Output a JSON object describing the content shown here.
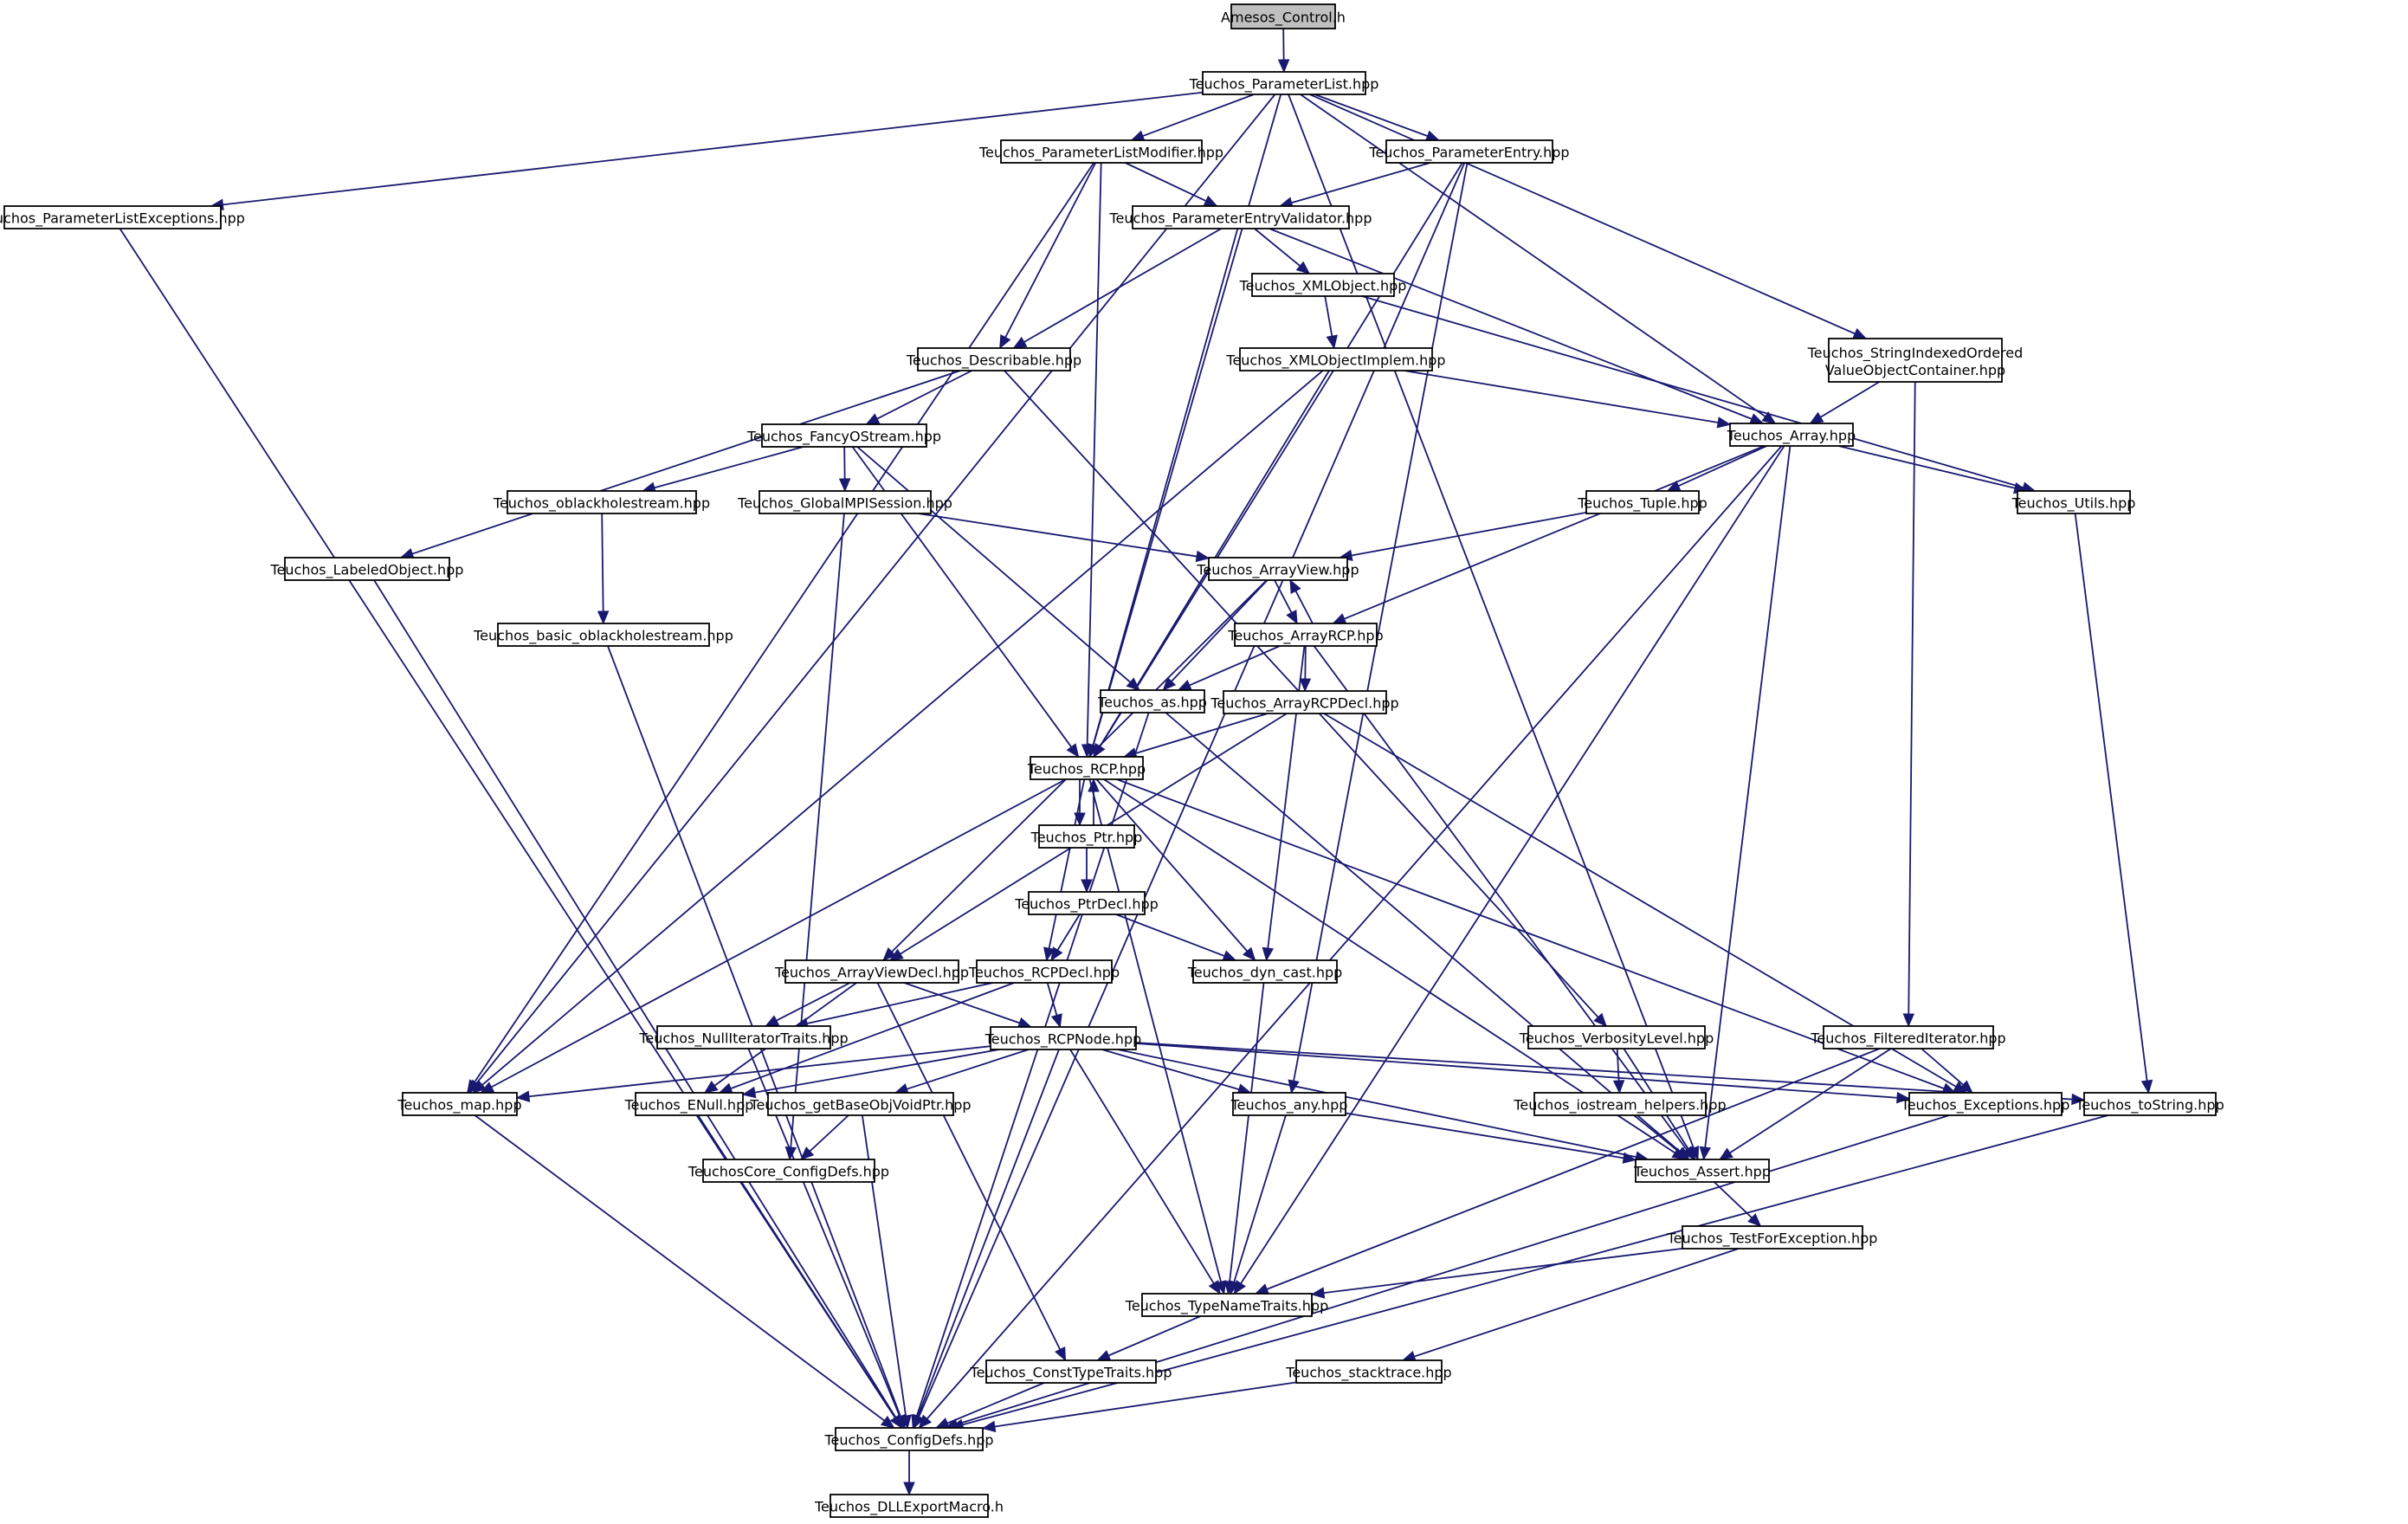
{
  "diagram": {
    "nodes": [
      {
        "id": "amesos_control",
        "label": "Amesos_Control.h",
        "root": true
      },
      {
        "id": "parameterlist",
        "label": "Teuchos_ParameterList.hpp"
      },
      {
        "id": "parameterlistexceptions",
        "label": "Teuchos_ParameterListExceptions.hpp"
      },
      {
        "id": "parameterlistmodifier",
        "label": "Teuchos_ParameterListModifier.hpp"
      },
      {
        "id": "parameterentry",
        "label": "Teuchos_ParameterEntry.hpp"
      },
      {
        "id": "parameterentryvalidator",
        "label": "Teuchos_ParameterEntryValidator.hpp"
      },
      {
        "id": "xmlobject",
        "label": "Teuchos_XMLObject.hpp"
      },
      {
        "id": "describable",
        "label": "Teuchos_Describable.hpp"
      },
      {
        "id": "xmlobjectimplem",
        "label": "Teuchos_XMLObjectImplem.hpp"
      },
      {
        "id": "stringindexed",
        "label": "Teuchos_StringIndexedOrdered\nValueObjectContainer.hpp"
      },
      {
        "id": "fancyostream",
        "label": "Teuchos_FancyOStream.hpp"
      },
      {
        "id": "array",
        "label": "Teuchos_Array.hpp"
      },
      {
        "id": "oblackholestream",
        "label": "Teuchos_oblackholestream.hpp"
      },
      {
        "id": "globalmpisession",
        "label": "Teuchos_GlobalMPISession.hpp"
      },
      {
        "id": "tuple",
        "label": "Teuchos_Tuple.hpp"
      },
      {
        "id": "utils",
        "label": "Teuchos_Utils.hpp"
      },
      {
        "id": "labeledobject",
        "label": "Teuchos_LabeledObject.hpp"
      },
      {
        "id": "arrayview",
        "label": "Teuchos_ArrayView.hpp"
      },
      {
        "id": "basic_oblackholestream",
        "label": "Teuchos_basic_oblackholestream.hpp"
      },
      {
        "id": "arrayrcp",
        "label": "Teuchos_ArrayRCP.hpp"
      },
      {
        "id": "as",
        "label": "Teuchos_as.hpp"
      },
      {
        "id": "arrayrcpdecl",
        "label": "Teuchos_ArrayRCPDecl.hpp"
      },
      {
        "id": "rcp",
        "label": "Teuchos_RCP.hpp"
      },
      {
        "id": "ptr",
        "label": "Teuchos_Ptr.hpp"
      },
      {
        "id": "ptrdecl",
        "label": "Teuchos_PtrDecl.hpp"
      },
      {
        "id": "arrayviewdecl",
        "label": "Teuchos_ArrayViewDecl.hpp"
      },
      {
        "id": "rcpdecl",
        "label": "Teuchos_RCPDecl.hpp"
      },
      {
        "id": "dyn_cast",
        "label": "Teuchos_dyn_cast.hpp"
      },
      {
        "id": "verbositylevel",
        "label": "Teuchos_VerbosityLevel.hpp"
      },
      {
        "id": "filterediterator",
        "label": "Teuchos_FilteredIterator.hpp"
      },
      {
        "id": "nulliteratortraits",
        "label": "Teuchos_NullIteratorTraits.hpp"
      },
      {
        "id": "rcpnode",
        "label": "Teuchos_RCPNode.hpp"
      },
      {
        "id": "map",
        "label": "Teuchos_map.hpp"
      },
      {
        "id": "enull",
        "label": "Teuchos_ENull.hpp"
      },
      {
        "id": "getbaseobjvoidptr",
        "label": "Teuchos_getBaseObjVoidPtr.hpp"
      },
      {
        "id": "any",
        "label": "Teuchos_any.hpp"
      },
      {
        "id": "iostream_helpers",
        "label": "Teuchos_iostream_helpers.hpp"
      },
      {
        "id": "exceptions",
        "label": "Teuchos_Exceptions.hpp"
      },
      {
        "id": "tostring",
        "label": "Teuchos_toString.hpp"
      },
      {
        "id": "coreconfigdefs",
        "label": "TeuchosCore_ConfigDefs.hpp"
      },
      {
        "id": "assert",
        "label": "Teuchos_Assert.hpp"
      },
      {
        "id": "testforexception",
        "label": "Teuchos_TestForException.hpp"
      },
      {
        "id": "typenametraits",
        "label": "Teuchos_TypeNameTraits.hpp"
      },
      {
        "id": "consttypetraits",
        "label": "Teuchos_ConstTypeTraits.hpp"
      },
      {
        "id": "stacktrace",
        "label": "Teuchos_stacktrace.hpp"
      },
      {
        "id": "configdefs",
        "label": "Teuchos_ConfigDefs.hpp"
      },
      {
        "id": "dllexportmacro",
        "label": "Teuchos_DLLExportMacro.h"
      }
    ],
    "edges": [
      [
        "amesos_control",
        "parameterlist"
      ],
      [
        "parameterlist",
        "parameterlistexceptions"
      ],
      [
        "parameterlist",
        "parameterlistmodifier"
      ],
      [
        "parameterlist",
        "parameterentry"
      ],
      [
        "parameterlist",
        "stringindexed"
      ],
      [
        "parameterlist",
        "array"
      ],
      [
        "parameterlist",
        "rcp"
      ],
      [
        "parameterlist",
        "map"
      ],
      [
        "parameterlist",
        "assert"
      ],
      [
        "parameterlistexceptions",
        "configdefs"
      ],
      [
        "parameterlistmodifier",
        "parameterentryvalidator"
      ],
      [
        "parameterlistmodifier",
        "describable"
      ],
      [
        "parameterlistmodifier",
        "rcp"
      ],
      [
        "parameterlistmodifier",
        "map"
      ],
      [
        "parameterentry",
        "parameterentryvalidator"
      ],
      [
        "parameterentry",
        "rcp"
      ],
      [
        "parameterentry",
        "any"
      ],
      [
        "parameterentry",
        "configdefs"
      ],
      [
        "parameterentryvalidator",
        "xmlobject"
      ],
      [
        "parameterentryvalidator",
        "describable"
      ],
      [
        "parameterentryvalidator",
        "array"
      ],
      [
        "parameterentryvalidator",
        "rcp"
      ],
      [
        "xmlobject",
        "xmlobjectimplem"
      ],
      [
        "xmlobject",
        "utils"
      ],
      [
        "xmlobjectimplem",
        "array"
      ],
      [
        "xmlobjectimplem",
        "rcp"
      ],
      [
        "xmlobjectimplem",
        "map"
      ],
      [
        "describable",
        "fancyostream"
      ],
      [
        "describable",
        "labeledobject"
      ],
      [
        "describable",
        "verbositylevel"
      ],
      [
        "stringindexed",
        "array"
      ],
      [
        "stringindexed",
        "filterediterator"
      ],
      [
        "fancyostream",
        "oblackholestream"
      ],
      [
        "fancyostream",
        "globalmpisession"
      ],
      [
        "fancyostream",
        "rcp"
      ],
      [
        "fancyostream",
        "as"
      ],
      [
        "array",
        "tuple"
      ],
      [
        "array",
        "utils"
      ],
      [
        "array",
        "arrayrcp"
      ],
      [
        "array",
        "assert"
      ],
      [
        "array",
        "typenametraits"
      ],
      [
        "array",
        "configdefs"
      ],
      [
        "oblackholestream",
        "basic_oblackholestream"
      ],
      [
        "globalmpisession",
        "arrayview"
      ],
      [
        "globalmpisession",
        "coreconfigdefs"
      ],
      [
        "tuple",
        "arrayview"
      ],
      [
        "utils",
        "tostring"
      ],
      [
        "labeledobject",
        "configdefs"
      ],
      [
        "arrayview",
        "arrayrcp"
      ],
      [
        "arrayview",
        "as"
      ],
      [
        "arrayview",
        "arrayviewdecl"
      ],
      [
        "basic_oblackholestream",
        "configdefs"
      ],
      [
        "arrayrcp",
        "arrayview"
      ],
      [
        "arrayrcp",
        "as"
      ],
      [
        "arrayrcp",
        "arrayrcpdecl"
      ],
      [
        "arrayrcp",
        "dyn_cast"
      ],
      [
        "arrayrcp",
        "assert"
      ],
      [
        "as",
        "assert"
      ],
      [
        "as",
        "configdefs"
      ],
      [
        "arrayrcpdecl",
        "rcp"
      ],
      [
        "arrayrcpdecl",
        "arrayviewdecl"
      ],
      [
        "arrayrcpdecl",
        "exceptions"
      ],
      [
        "rcp",
        "ptr"
      ],
      [
        "rcp",
        "rcpdecl"
      ],
      [
        "rcp",
        "dyn_cast"
      ],
      [
        "rcp",
        "map"
      ],
      [
        "rcp",
        "assert"
      ],
      [
        "rcp",
        "exceptions"
      ],
      [
        "rcp",
        "typenametraits"
      ],
      [
        "ptr",
        "rcp"
      ],
      [
        "ptr",
        "ptrdecl"
      ],
      [
        "ptrdecl",
        "rcpdecl"
      ],
      [
        "ptrdecl",
        "dyn_cast"
      ],
      [
        "arrayviewdecl",
        "nulliteratortraits"
      ],
      [
        "arrayviewdecl",
        "rcpnode"
      ],
      [
        "arrayviewdecl",
        "enull"
      ],
      [
        "arrayviewdecl",
        "consttypetraits"
      ],
      [
        "rcpdecl",
        "rcpnode"
      ],
      [
        "rcpdecl",
        "nulliteratortraits"
      ],
      [
        "rcpdecl",
        "enull"
      ],
      [
        "dyn_cast",
        "typenametraits"
      ],
      [
        "verbositylevel",
        "iostream_helpers"
      ],
      [
        "verbositylevel",
        "assert"
      ],
      [
        "filterediterator",
        "exceptions"
      ],
      [
        "filterediterator",
        "assert"
      ],
      [
        "filterediterator",
        "typenametraits"
      ],
      [
        "nulliteratortraits",
        "configdefs"
      ],
      [
        "rcpnode",
        "map"
      ],
      [
        "rcpnode",
        "enull"
      ],
      [
        "rcpnode",
        "getbaseobjvoidptr"
      ],
      [
        "rcpnode",
        "any"
      ],
      [
        "rcpnode",
        "assert"
      ],
      [
        "rcpnode",
        "exceptions"
      ],
      [
        "rcpnode",
        "tostring"
      ],
      [
        "rcpnode",
        "typenametraits"
      ],
      [
        "rcpnode",
        "configdefs"
      ],
      [
        "map",
        "configdefs"
      ],
      [
        "enull",
        "configdefs"
      ],
      [
        "getbaseobjvoidptr",
        "coreconfigdefs"
      ],
      [
        "getbaseobjvoidptr",
        "configdefs"
      ],
      [
        "any",
        "assert"
      ],
      [
        "any",
        "typenametraits"
      ],
      [
        "iostream_helpers",
        "assert"
      ],
      [
        "exceptions",
        "configdefs"
      ],
      [
        "tostring",
        "configdefs"
      ],
      [
        "assert",
        "testforexception"
      ],
      [
        "testforexception",
        "typenametraits"
      ],
      [
        "testforexception",
        "stacktrace"
      ],
      [
        "typenametraits",
        "consttypetraits"
      ],
      [
        "consttypetraits",
        "configdefs"
      ],
      [
        "stacktrace",
        "configdefs"
      ],
      [
        "configdefs",
        "dllexportmacro"
      ]
    ]
  }
}
